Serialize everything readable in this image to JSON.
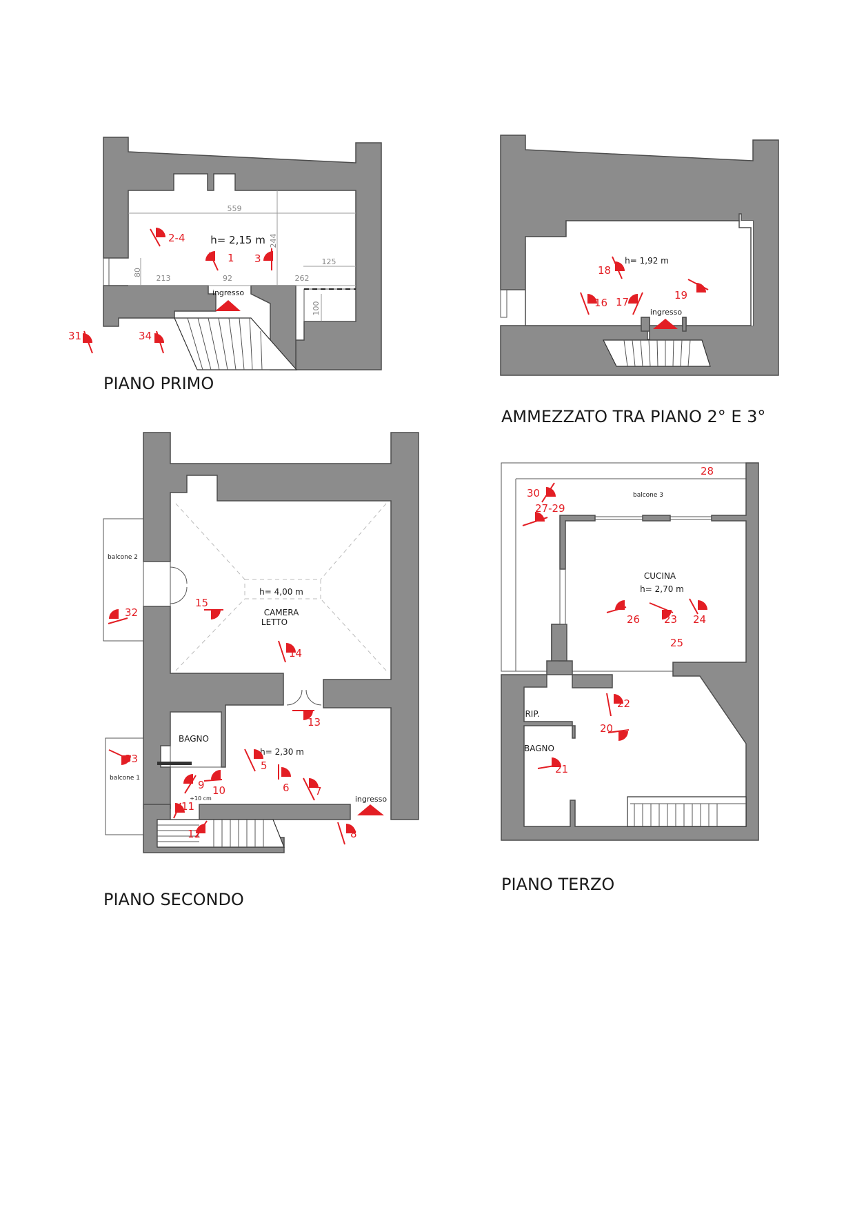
{
  "plans": {
    "primo": {
      "title": "PIANO PRIMO",
      "height": "h= 2,15 m",
      "entrance": "ingresso",
      "dims": {
        "d559": "559",
        "d244": "244",
        "d80": "80",
        "d213": "213",
        "d92": "92",
        "d262": "262",
        "d125": "125",
        "d100": "100"
      },
      "viewpoints": {
        "v2_4": "2-4",
        "v1": "1",
        "v3": "3",
        "v31": "31",
        "v34": "34"
      }
    },
    "ammezzato": {
      "title": "AMMEZZATO TRA PIANO 2° E 3°",
      "height": "h= 1,92 m",
      "entrance": "ingresso",
      "viewpoints": {
        "v18": "18",
        "v16": "16",
        "v17": "17",
        "v19": "19"
      }
    },
    "secondo": {
      "title": "PIANO SECONDO",
      "balcone2": "balcone 2",
      "balcone1": "balcone 1",
      "camera_height": "h= 4,00 m",
      "camera_line1": "CAMERA",
      "camera_line2": "LETTO",
      "bagno": "BAGNO",
      "hall_height": "h= 2,30 m",
      "step": "+10 cm",
      "entrance": "ingresso",
      "viewpoints": {
        "v32": "32",
        "v15": "15",
        "v14": "14",
        "v13": "13",
        "v33": "33",
        "v5": "5",
        "v6": "6",
        "v7": "7",
        "v9": "9",
        "v10": "10",
        "v11": "11",
        "v12": "12",
        "v8": "8"
      }
    },
    "terzo": {
      "title": "PIANO TERZO",
      "balcone3": "balcone 3",
      "cucina": "CUCINA",
      "cucina_height": "h= 2,70 m",
      "rip": "RIP.",
      "bagno": "BAGNO",
      "viewpoints": {
        "v28": "28",
        "v30": "30",
        "v27_29": "27-29",
        "v26": "26",
        "v23": "23",
        "v24": "24",
        "v25": "25",
        "v22": "22",
        "v20": "20",
        "v21": "21"
      }
    }
  },
  "colors": {
    "wall": "#8c8c8c",
    "marker": "#e31e24"
  }
}
